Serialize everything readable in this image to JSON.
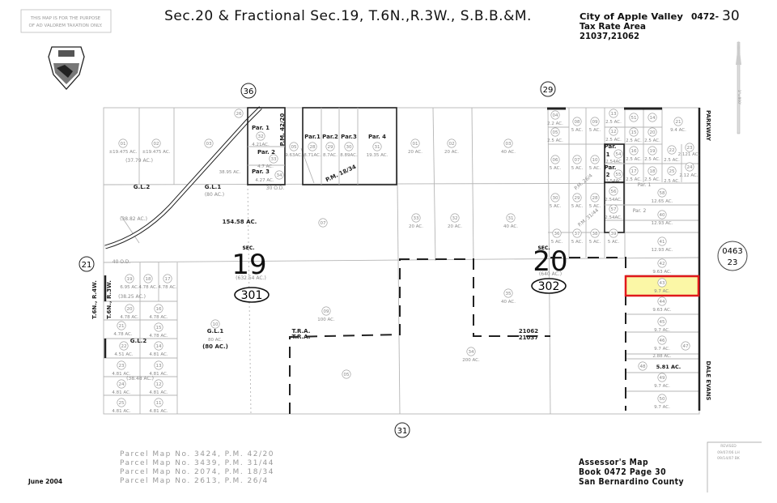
{
  "header": {
    "disclaimer_line1": "THIS MAP IS FOR THE PURPOSE",
    "disclaimer_line2": "OF AD VALOREM TAXATION ONLY.",
    "title": "Sec.20 & Fractional Sec.19, T.6N.,R.3W., S.B.B.&M.",
    "city": "City of Apple Valley",
    "map_number_prefix": "0472-",
    "map_number_page": "30",
    "tax_rate_area_label": "Tax Rate Area",
    "tax_rate_areas": "21037,21062",
    "north_arrow_label": "1\"=800'"
  },
  "adjacent_maps": {
    "north_left": "36",
    "north_right": "29",
    "west": "21",
    "south": "31",
    "east_book": "0463",
    "east_page": "23"
  },
  "sections": {
    "sec19_label": "SEC.",
    "sec19_number": "19",
    "sec19_acres": "(632.54 AC.)",
    "sec19_code": "301",
    "sec20_label": "SEC.",
    "sec20_number": "20",
    "sec20_acres": "(640 AC.)",
    "sec20_code": "302"
  },
  "parcels": [
    {
      "id": "01",
      "acres": "±19.475 AC."
    },
    {
      "id": "02",
      "acres": "±19.475 AC."
    },
    {
      "id": "03",
      "acres": "38.95 AC."
    },
    {
      "id": "26",
      "acres": ""
    },
    {
      "id": "32",
      "acres": "4.21AC."
    },
    {
      "id": "33",
      "acres": "4.7 AC."
    },
    {
      "id": "34",
      "acres": "4.27 AC."
    },
    {
      "id": "05",
      "acres": "9.63AC."
    },
    {
      "id": "28",
      "acres": "8.71AC."
    },
    {
      "id": "29",
      "acres": "8.7AC."
    },
    {
      "id": "30",
      "acres": "8.89AC."
    },
    {
      "id": "31",
      "acres": "19.35 AC."
    },
    {
      "id": "07",
      "acres": ""
    },
    {
      "id": "01",
      "acres": "20 AC."
    },
    {
      "id": "02",
      "acres": "20 AC."
    },
    {
      "id": "03",
      "acres": "40 AC."
    },
    {
      "id": "33",
      "acres": "20 AC."
    },
    {
      "id": "32",
      "acres": "20 AC."
    },
    {
      "id": "31",
      "acres": "40 AC."
    },
    {
      "id": "04",
      "acres": "2.2 AC."
    },
    {
      "id": "05",
      "acres": "2.5 AC."
    },
    {
      "id": "08",
      "acres": "5 AC."
    },
    {
      "id": "09",
      "acres": "5 AC."
    },
    {
      "id": "13",
      "acres": "2.5 AC."
    },
    {
      "id": "12",
      "acres": "2.5 AC."
    },
    {
      "id": "51",
      "acres": ""
    },
    {
      "id": "14",
      "acres": ""
    },
    {
      "id": "15",
      "acres": "2.5 AC."
    },
    {
      "id": "20",
      "acres": "2.5 AC."
    },
    {
      "id": "21",
      "acres": "9.4 AC."
    },
    {
      "id": "06",
      "acres": "5 AC."
    },
    {
      "id": "07",
      "acres": "5 AC."
    },
    {
      "id": "10",
      "acres": "5 AC."
    },
    {
      "id": "54",
      "acres": "2.54AC."
    },
    {
      "id": "16",
      "acres": "2.5 AC."
    },
    {
      "id": "19",
      "acres": "2.5 AC."
    },
    {
      "id": "22",
      "acres": "2.5 AC."
    },
    {
      "id": "23",
      "acres": "2.121 AC."
    },
    {
      "id": "55",
      "acres": "2.54AC."
    },
    {
      "id": "17",
      "acres": "2.5 AC."
    },
    {
      "id": "18",
      "acres": "2.5 AC."
    },
    {
      "id": "25",
      "acres": "2.5 AC."
    },
    {
      "id": "24",
      "acres": "2.12 AC."
    },
    {
      "id": "30",
      "acres": "5 AC."
    },
    {
      "id": "29",
      "acres": "5 AC."
    },
    {
      "id": "28",
      "acres": "5 AC."
    },
    {
      "id": "56",
      "acres": "2.54AC."
    },
    {
      "id": "58",
      "acres": "12.65 AC."
    },
    {
      "id": "57",
      "acres": "2.54AC."
    },
    {
      "id": "40",
      "acres": "12.93 AC."
    },
    {
      "id": "36",
      "acres": "5 AC."
    },
    {
      "id": "37",
      "acres": "5 AC."
    },
    {
      "id": "38",
      "acres": "5 AC."
    },
    {
      "id": "39",
      "acres": "5 AC."
    },
    {
      "id": "41",
      "acres": "12.93 AC."
    },
    {
      "id": "42",
      "acres": "9.63 AC."
    },
    {
      "id": "43",
      "acres": "9.7 AC."
    },
    {
      "id": "44",
      "acres": "9.63 AC."
    },
    {
      "id": "45",
      "acres": "9.7 AC."
    },
    {
      "id": "46",
      "acres": "9.7 AC."
    },
    {
      "id": "47",
      "acres": "2.88 AC."
    },
    {
      "id": "48",
      "acres": "5.81 AC."
    },
    {
      "id": "49",
      "acres": "9.7 AC."
    },
    {
      "id": "50",
      "acres": "9.7 AC."
    },
    {
      "id": "35",
      "acres": "40 AC."
    },
    {
      "id": "34",
      "acres": "200 AC."
    },
    {
      "id": "09",
      "acres": "100 AC."
    },
    {
      "id": "05",
      "acres": ""
    },
    {
      "id": "19",
      "acres": "6.95 AC."
    },
    {
      "id": "18",
      "acres": "4.78 AC."
    },
    {
      "id": "17",
      "acres": "4.78 AC."
    },
    {
      "id": "20",
      "acres": "4.78 AC."
    },
    {
      "id": "16",
      "acres": "4.78 AC."
    },
    {
      "id": "21",
      "acres": "4.78 AC."
    },
    {
      "id": "15",
      "acres": "4.78 AC."
    },
    {
      "id": "22",
      "acres": "4.51 AC."
    },
    {
      "id": "14",
      "acres": "4.81 AC."
    },
    {
      "id": "23",
      "acres": "4.81 AC."
    },
    {
      "id": "13",
      "acres": "4.81 AC."
    },
    {
      "id": "24",
      "acres": "4.81 AC."
    },
    {
      "id": "12",
      "acres": "4.81 AC."
    },
    {
      "id": "25",
      "acres": "4.81 AC."
    },
    {
      "id": "11",
      "acres": "4.81 AC."
    },
    {
      "id": "10",
      "acres": "80 AC."
    }
  ],
  "annotations": [
    {
      "text": "(37.79 AC.)",
      "style": "gray"
    },
    {
      "text": "Par. 1",
      "style": "bold"
    },
    {
      "text": "Par. 2",
      "style": "bold"
    },
    {
      "text": "Par. 3",
      "style": "bold"
    },
    {
      "text": "P.M. 42/20",
      "style": "bold"
    },
    {
      "text": "Par.1",
      "style": "bold"
    },
    {
      "text": "Par.2",
      "style": "bold"
    },
    {
      "text": "Par.3",
      "style": "bold"
    },
    {
      "text": "Par. 4",
      "style": "bold"
    },
    {
      "text": "P.M. 18/34",
      "style": "bold"
    },
    {
      "text": "G.L.2",
      "style": "bold"
    },
    {
      "text": "G.L.1",
      "style": "bold"
    },
    {
      "text": "(80 AC.)",
      "style": "gray"
    },
    {
      "text": "(38.82 AC.)",
      "style": "gray"
    },
    {
      "text": "154.58 AC.",
      "style": "bold"
    },
    {
      "text": "Par.",
      "style": "bold"
    },
    {
      "text": "1",
      "style": "bold"
    },
    {
      "text": "Par.",
      "style": "bold"
    },
    {
      "text": "2",
      "style": "bold"
    },
    {
      "text": "P.M. 26/4",
      "style": "gray"
    },
    {
      "text": "P.M. 31/44",
      "style": "gray"
    },
    {
      "text": "Par. 1",
      "style": "gray"
    },
    {
      "text": "Par. 2",
      "style": "gray"
    },
    {
      "text": "(38.25 AC.)",
      "style": "gray"
    },
    {
      "text": "(38.48 AC.)",
      "style": "gray"
    },
    {
      "text": "G.L.2",
      "style": "bold"
    },
    {
      "text": "G.L.1",
      "style": "bold"
    },
    {
      "text": "(80 AC.)",
      "style": "bold"
    },
    {
      "text": "T.R.A.",
      "style": "bold"
    },
    {
      "text": "T.R.A.",
      "style": "bold"
    },
    {
      "text": "21062",
      "style": "bold"
    },
    {
      "text": "21037",
      "style": "bold"
    },
    {
      "text": "T.6N., R.4W.",
      "style": "bold"
    },
    {
      "text": "T.6N., R.3W.",
      "style": "bold"
    },
    {
      "text": "PARKWAY",
      "style": "bold"
    },
    {
      "text": "DALE EVANS",
      "style": "bold"
    },
    {
      "text": "40 O.D.",
      "style": "gray"
    },
    {
      "text": "30 O.D.",
      "style": "gray"
    }
  ],
  "highlight": {
    "parcel": "43",
    "fill": "#fbf7a6",
    "stroke": "#e0191b"
  },
  "footer": {
    "date": "June 2004",
    "parcel_maps": [
      "Parcel Map No. 3424, P.M. 42/20",
      "Parcel Map No. 3439, P.M. 31/44",
      "Parcel Map No. 2074, P.M. 18/34",
      "Parcel Map No. 2613, P.M. 26/4"
    ],
    "assessor_line1": "Assessor's Map",
    "assessor_line2": "Book 0472 Page 30",
    "assessor_line3": "San Bernardino County",
    "revised_label": "REVISED",
    "revisions": [
      "09/07/06 LH",
      "09/14/07 BK"
    ]
  }
}
